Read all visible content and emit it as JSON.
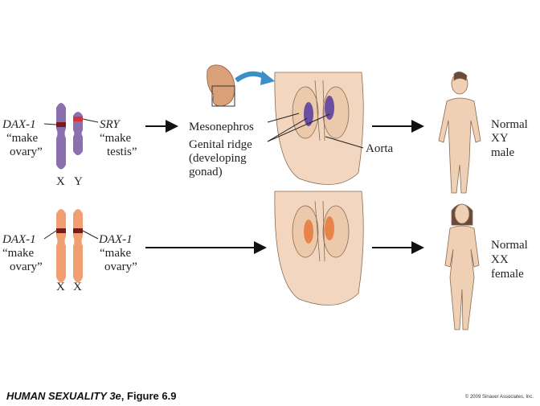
{
  "male_row": {
    "x_gene": "DAX-1",
    "x_gene_role_1": "“make",
    "x_gene_role_2": "ovary”",
    "y_gene": "SRY",
    "y_gene_role_1": "“make",
    "y_gene_role_2": "testis”",
    "chrom_label_1": "X",
    "chrom_label_2": "Y",
    "mesonephros": "Mesonephros",
    "genital_ridge_1": "Genital ridge",
    "genital_ridge_2": "(developing",
    "genital_ridge_3": "gonad)",
    "aorta": "Aorta",
    "outcome_1": "Normal",
    "outcome_2": "XY",
    "outcome_3": "male",
    "chromosome_color": "#8b6fae"
  },
  "female_row": {
    "left_gene": "DAX-1",
    "left_role_1": "“make",
    "left_role_2": "ovary”",
    "right_gene": "DAX-1",
    "right_role_1": "“make",
    "right_role_2": "ovary”",
    "chrom_label_1": "X",
    "chrom_label_2": "X",
    "outcome_1": "Normal",
    "outcome_2": "XX",
    "outcome_3": "female",
    "chromosome_color": "#f0a070"
  },
  "footer": {
    "book_title": "HUMAN SEXUALITY 3e",
    "figure": ", Figure 6.9",
    "copyright": "© 2009 Sinauer Associates, Inc."
  }
}
